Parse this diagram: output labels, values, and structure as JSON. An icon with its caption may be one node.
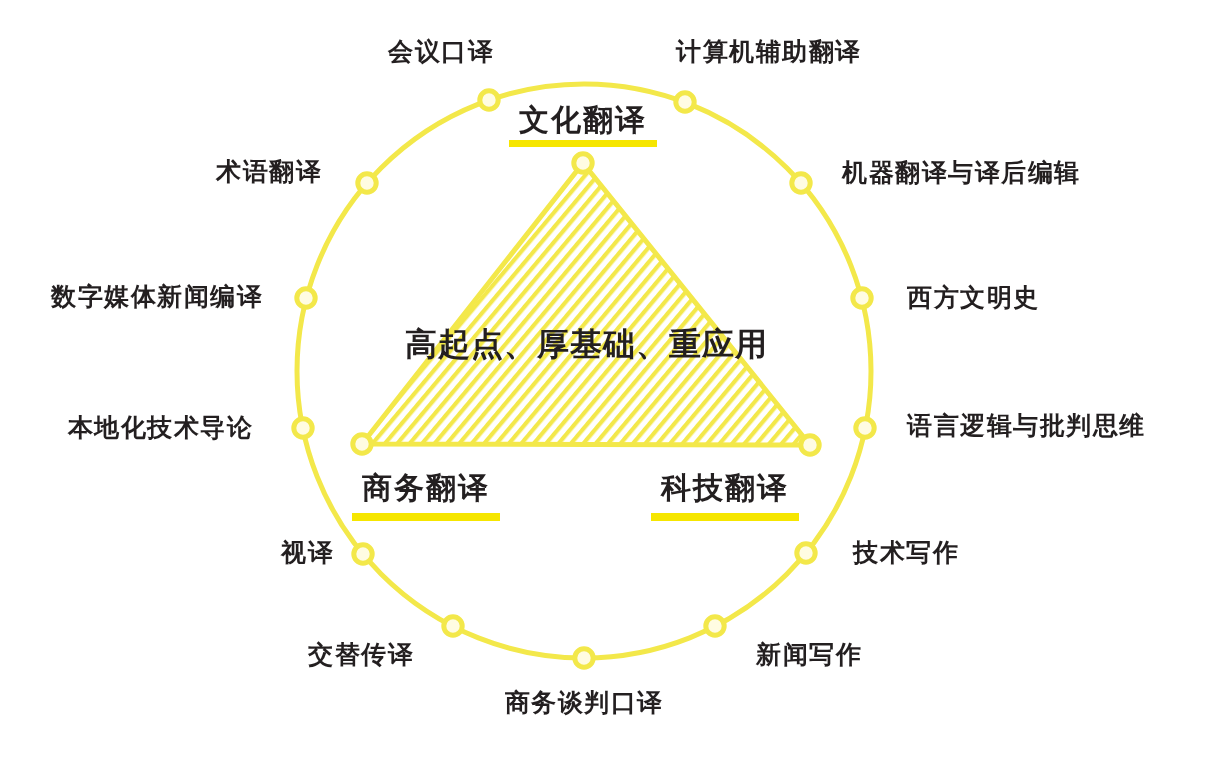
{
  "diagram": {
    "nodes": [
      {
        "text": [
          "高起点、厚基础、重应用"
        ],
        "beside": [
          "文化翻译",
          "商务翻译",
          "科技翻译"
        ]
      }
    ],
    "labels": [
      "会议口译",
      "计算机辅助翻译",
      "术语翻译",
      "机器翻译与译后编辑",
      "数字媒体新闻编译",
      "西方文明史",
      "本地化技术导论",
      "语言逻辑与批判思维",
      "视译",
      "技术写作",
      "交替传译",
      "新闻写作",
      "商务谈判口译"
    ]
  }
}
